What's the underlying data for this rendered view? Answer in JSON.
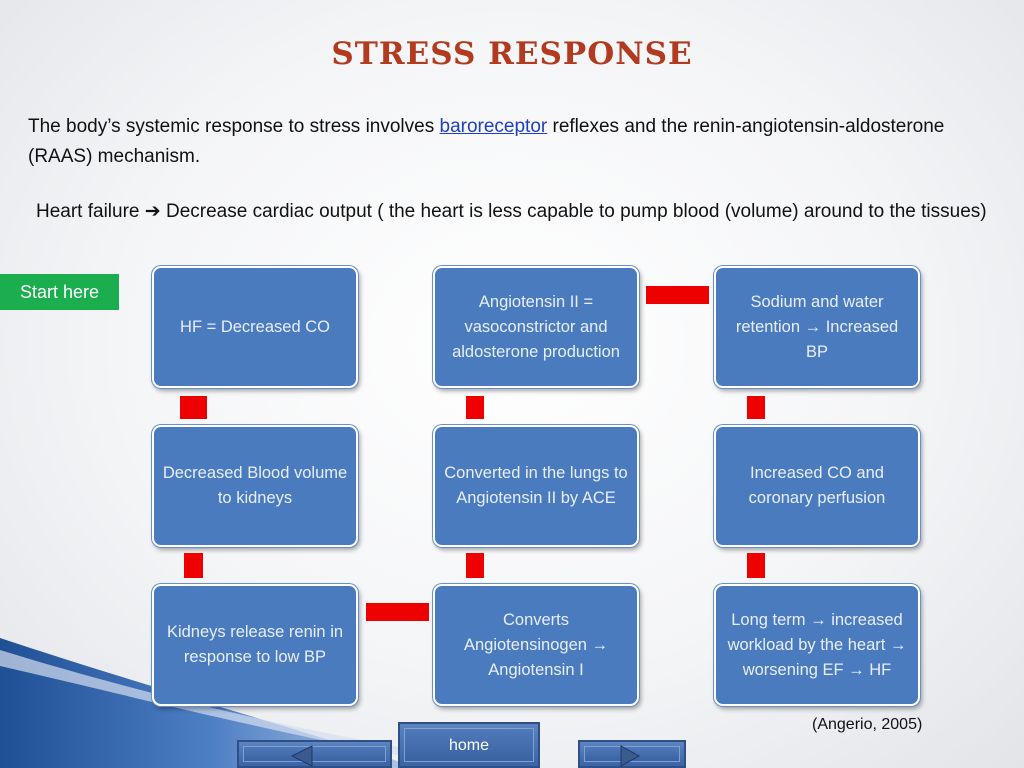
{
  "title": "Stress Response",
  "intro": {
    "before": "The body’s systemic response to stress involves ",
    "link": "baroreceptor",
    "after": " reflexes and the renin-angiotensin-aldosterone  (RAAS) mechanism."
  },
  "heart_failure_line": {
    "before": "Heart failure ",
    "arrow": "➔",
    "after": " Decrease cardiac output ( the heart is less capable to pump blood (volume) around to the tissues)"
  },
  "start_label": "Start here",
  "boxes": {
    "hf_co": "HF = Decreased CO",
    "blood_volume": "Decreased Blood volume to kidneys",
    "kidneys_renin": "Kidneys release renin in response to low BP",
    "converts": "Converts Angiotensinogen  → Angiotensin I",
    "converted_lungs": "Converted in the lungs to Angiotensin II by ACE",
    "angiotensin_ii": "Angiotensin II = vasoconstrictor  and aldosterone production",
    "sodium_water": "Sodium and water retention → Increased BP",
    "increased_co": "Increased CO and coronary perfusion",
    "long_term": "Long term → increased workload by the heart → worsening EF → HF"
  },
  "citation": "(Angerio, 2005)",
  "nav": {
    "home_label": "home",
    "prev_icon": "left-arrow-icon",
    "next_icon": "right-arrow-icon"
  },
  "colors": {
    "title": "#b23a1e",
    "box_fill": "#4a7bbf",
    "connector": "#ee0000",
    "start_button": "#1aae4f",
    "link": "#1f3fbf"
  }
}
